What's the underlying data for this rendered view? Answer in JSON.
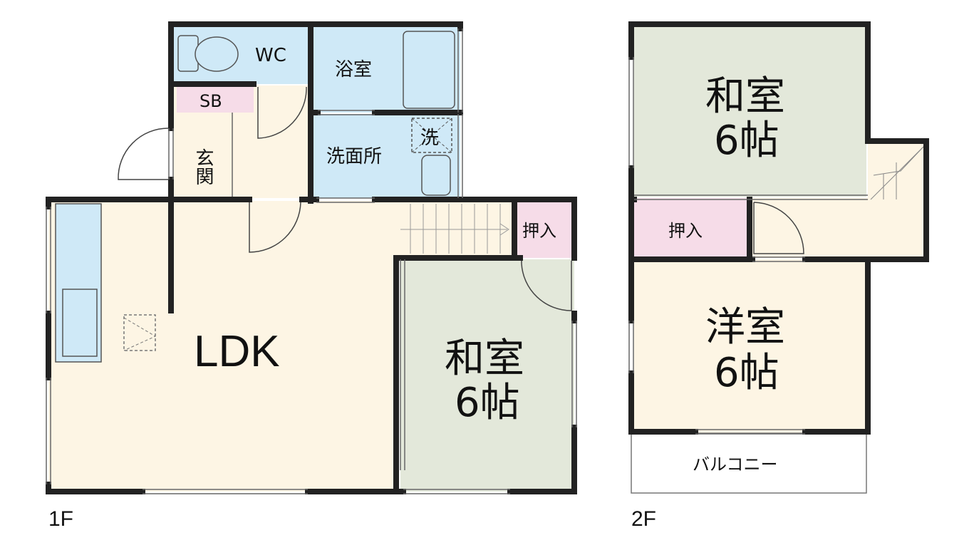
{
  "floor1": {
    "label": "1F",
    "rooms": {
      "wc": "WC",
      "bath": "浴室",
      "sb": "SB",
      "entrance": "玄関",
      "washroom": "洗面所",
      "washer": "洗",
      "closet": "押入",
      "ldk": "LDK",
      "washitsu_name": "和室",
      "washitsu_size": "6帖"
    }
  },
  "floor2": {
    "label": "2F",
    "rooms": {
      "washitsu_name": "和室",
      "washitsu_size": "6帖",
      "closet": "押入",
      "yoshitsu_name": "洋室",
      "yoshitsu_size": "6帖",
      "balcony": "バルコニー"
    }
  },
  "colors": {
    "wet_area": "#cfe9f7",
    "flooring": "#fdf5e4",
    "tatami": "#e3e8da",
    "closet": "#f6dce8",
    "wall": "#222222"
  }
}
